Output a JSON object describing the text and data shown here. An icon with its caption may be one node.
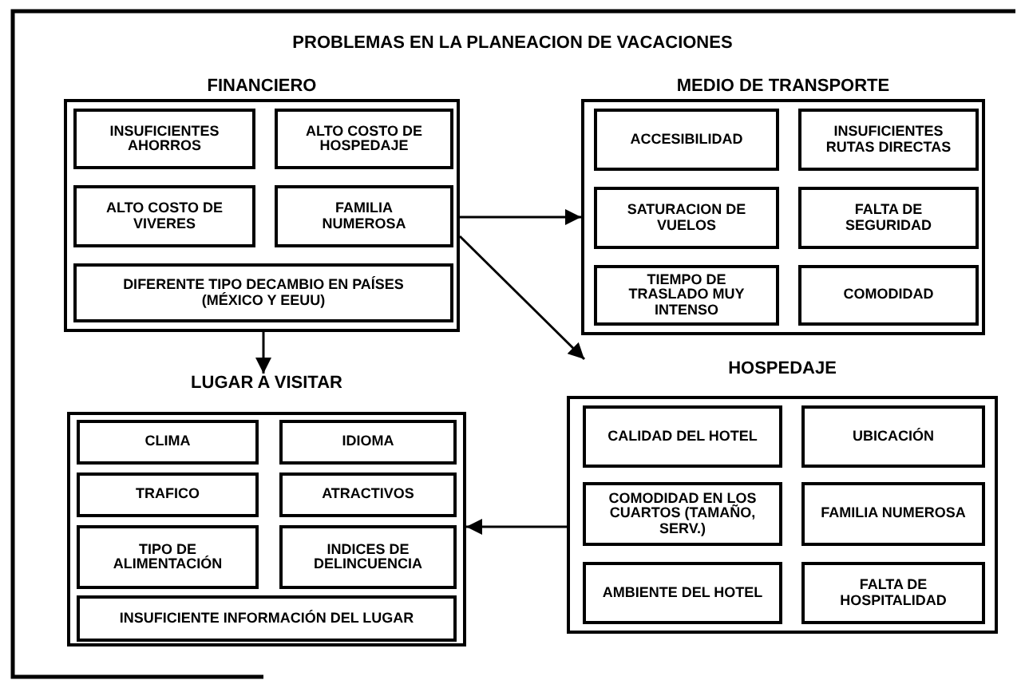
{
  "diagram": {
    "title": "PROBLEMAS EN LA PLANEACION DE VACACIONES",
    "nodes": [
      {
        "text": [
          "FINANCIERO"
        ]
      },
      {
        "text": [
          "INSUFICIENTES AHORROS"
        ],
        "in": 0
      },
      {
        "text": [
          "ALTO COSTO DE HOSPEDAJE"
        ],
        "in": 0
      },
      {
        "text": [
          "ALTO COSTO DE VIVERES"
        ],
        "in": 0
      },
      {
        "text": [
          "FAMILIA NUMEROSA"
        ],
        "in": 0
      },
      {
        "text": [
          "DIFERENTE TIPO DECAMBIO EN PAÍSES (MÉXICO Y EEUU)"
        ],
        "in": 0
      },
      {
        "text": [
          "MEDIO DE TRANSPORTE"
        ]
      },
      {
        "text": [
          "ACCESIBILIDAD"
        ],
        "in": 6
      },
      {
        "text": [
          "INSUFICIENTES RUTAS DIRECTAS"
        ],
        "in": 6
      },
      {
        "text": [
          "SATURACION DE VUELOS"
        ],
        "in": 6
      },
      {
        "text": [
          "FALTA DE SEGURIDAD"
        ],
        "in": 6
      },
      {
        "text": [
          "TIEMPO DE TRASLADO MUY INTENSO"
        ],
        "in": 6
      },
      {
        "text": [
          "COMODIDAD"
        ],
        "in": 6
      },
      {
        "text": [
          "LUGAR A VISITAR"
        ]
      },
      {
        "text": [
          "CLIMA"
        ],
        "in": 13
      },
      {
        "text": [
          "IDIOMA"
        ],
        "in": 13
      },
      {
        "text": [
          "TRAFICO"
        ],
        "in": 13
      },
      {
        "text": [
          "ATRACTIVOS"
        ],
        "in": 13
      },
      {
        "text": [
          "TIPO DE ALIMENTACIÓN"
        ],
        "in": 13
      },
      {
        "text": [
          "INDICES DE DELINCUENCIA"
        ],
        "in": 13
      },
      {
        "text": [
          "INSUFICIENTE INFORMACIÓN DEL LUGAR"
        ],
        "in": 13
      },
      {
        "text": [
          "HOSPEDAJE"
        ]
      },
      {
        "text": [
          "CALIDAD DEL HOTEL"
        ],
        "in": 21
      },
      {
        "text": [
          "UBICACIÓN"
        ],
        "in": 21
      },
      {
        "text": [
          "COMODIDAD EN LOS CUARTOS (TAMAÑO, SERV.)"
        ],
        "in": 21
      },
      {
        "text": [
          "FAMILIA NUMEROSA"
        ],
        "in": 21
      },
      {
        "text": [
          "AMBIENTE DEL HOTEL"
        ],
        "in": 21
      },
      {
        "text": [
          "FALTA DE HOSPITALIDAD"
        ],
        "in": 21
      }
    ],
    "edges": [
      {
        "from": 0,
        "to": 6,
        "arrow": "to"
      },
      {
        "from": 0,
        "to": 21,
        "arrow": "to"
      },
      {
        "from": 0,
        "to": 13,
        "arrow": "to"
      },
      {
        "from": 21,
        "to": 13,
        "arrow": "to"
      }
    ]
  }
}
